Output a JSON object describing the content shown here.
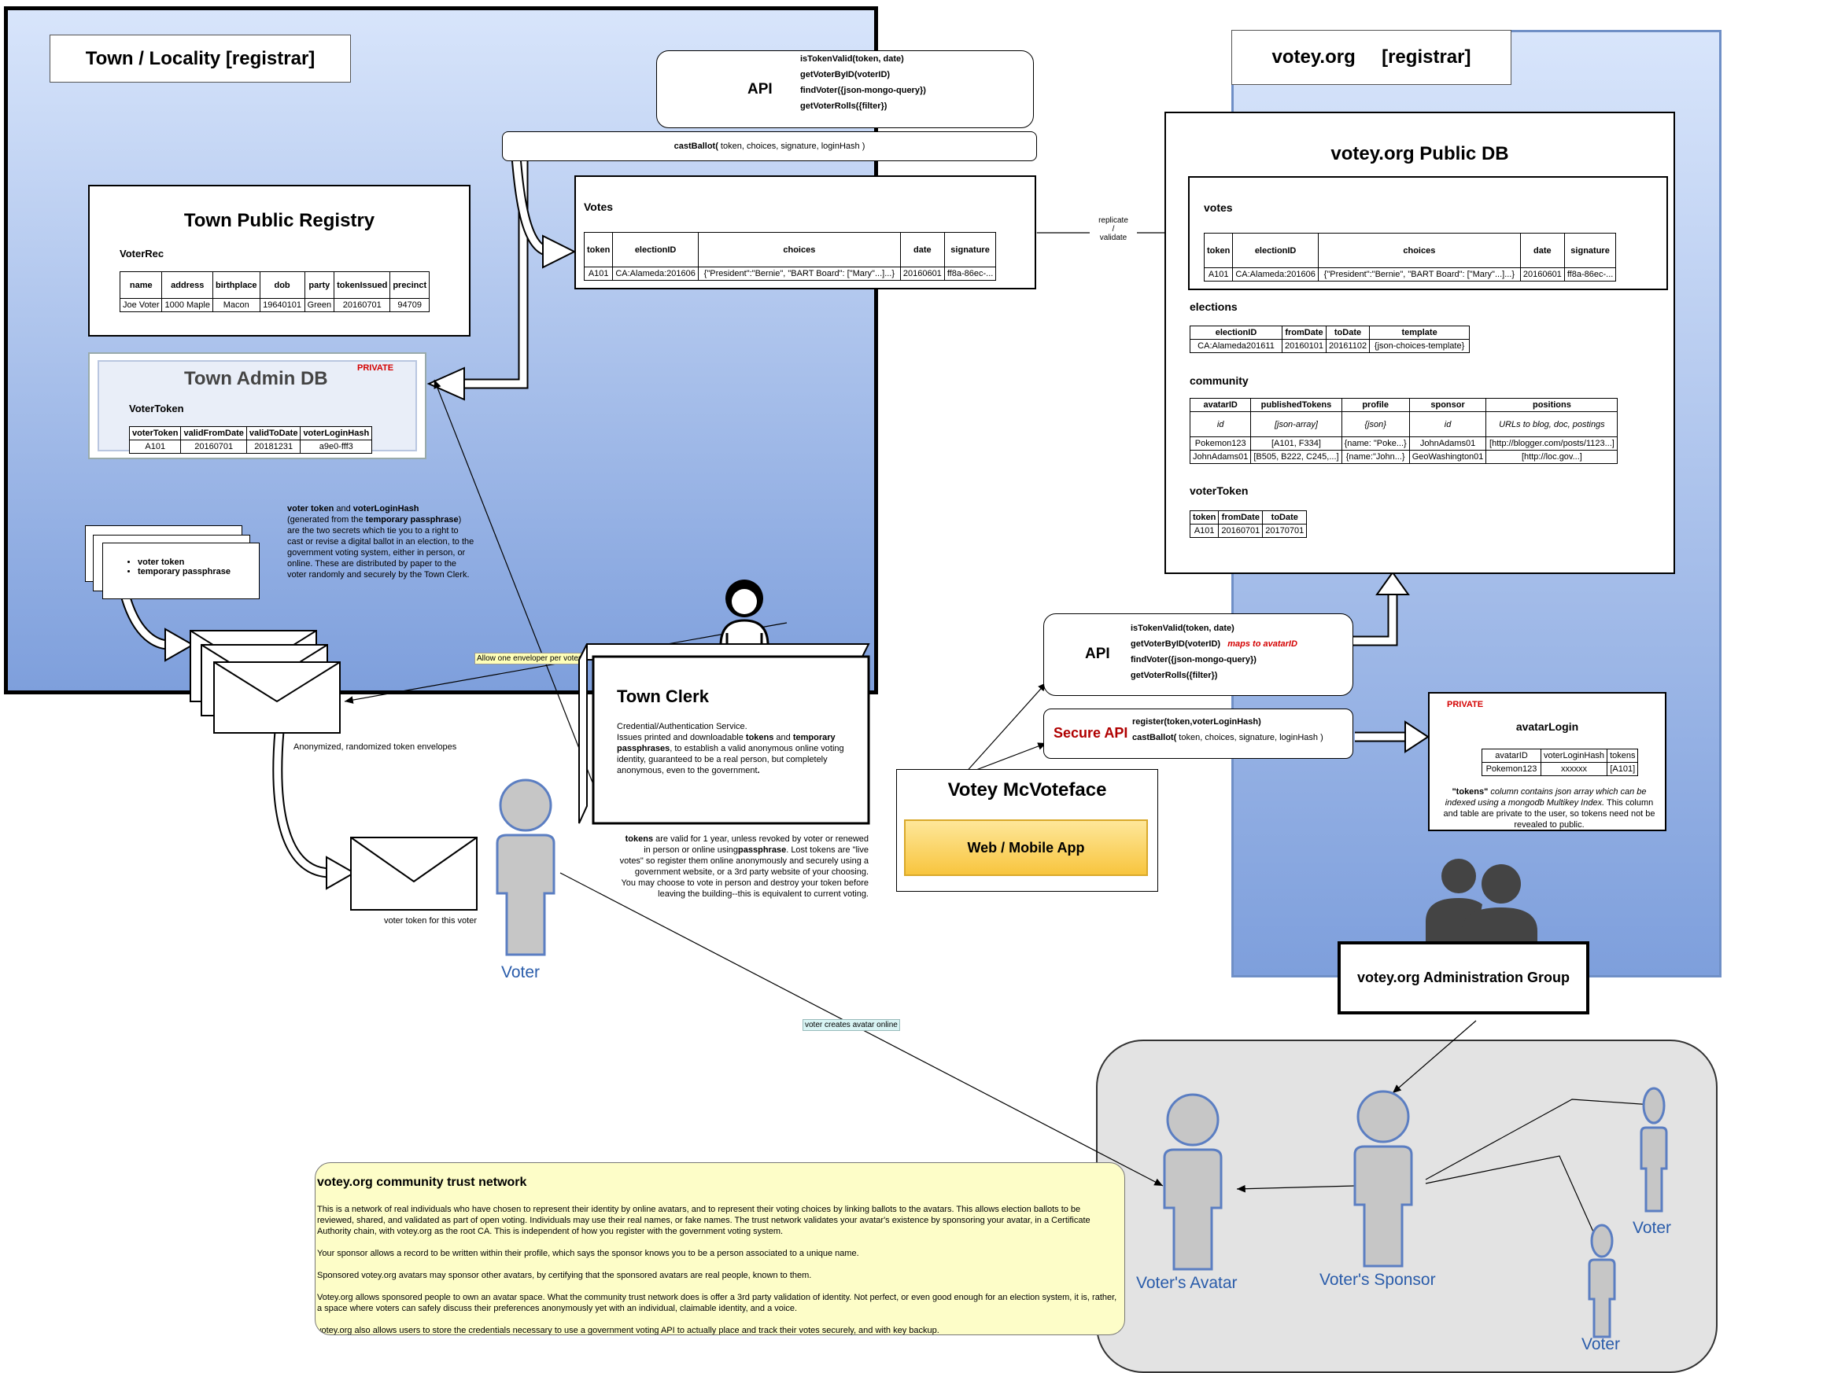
{
  "town": {
    "title": "Town / Locality  [registrar]",
    "api": {
      "label": "API",
      "methods": [
        "isTokenValid(token, date)",
        "getVoterByID(voterID)",
        "findVoter({json-mongo-query})",
        "getVoterRolls({filter})"
      ]
    },
    "cast_ballot": {
      "method": "castBallot(",
      "args": " token, choices, signature, loginHash )"
    },
    "votes": {
      "title": "Votes",
      "headers": [
        "token",
        "electionID",
        "choices",
        "date",
        "signature"
      ],
      "row": [
        "A101",
        "CA:Alameda:201606",
        "{\"President\":\"Bernie\", \"BART Board\": [\"Mary\"...]...}",
        "20160601",
        "ff8a-86ec-..."
      ]
    },
    "registry": {
      "title": "Town Public Registry",
      "subtitle": "VoterRec",
      "headers": [
        "name",
        "address",
        "birthplace",
        "dob",
        "party",
        "tokenIssued",
        "precinct"
      ],
      "row": [
        "Joe Voter",
        "1000 Maple",
        "Macon",
        "19640101",
        "Green",
        "20160701",
        "94709"
      ]
    },
    "admin": {
      "title": "Town Admin DB",
      "private": "PRIVATE",
      "subtitle": "VoterToken",
      "headers": [
        "voterToken",
        "validFromDate",
        "validToDate",
        "voterLoginHash"
      ],
      "row": [
        "A101",
        "20160701",
        "20181231",
        "a9e0-fff3"
      ]
    },
    "paper_items": [
      "voter token",
      "temporary passphrase"
    ],
    "token_note": {
      "p1": "voter token",
      "p2": " and ",
      "p3": "voterLoginHash",
      "p4": "(generated from the ",
      "p5": "temporary passphrase",
      "p6": ") are the two secrets which tie you to a right to cast or revise a digital ballot in an election, to the government voting system, either in person, or online.  These are distributed by paper to the voter randomly and securely by the Town Clerk."
    },
    "envelope_tag": "Allow one enveloper per voter",
    "envelopes_caption": "Anonymized, randomized token envelopes",
    "voter_envelope_caption": "voter token for this voter",
    "clerk": {
      "title": "Town Clerk",
      "l1": "Credential/Authentication Service.",
      "l2a": "Issues printed and downloadable ",
      "l2b": "tokens",
      "l2c": " and ",
      "l3a": "temporary passphrases",
      "l3b": ", to establish a valid anonymous online voting identity, guaranteed to be a real person, but completely anonymous, even to the government",
      "l3c": "."
    },
    "tokens_note": {
      "b": "tokens",
      "t1": " are valid for 1 year, unless revoked by voter or renewed in person or online using",
      "b2": "passphrase",
      "t2": ".  Lost tokens are \"live votes\" so register them online anonymously and securely using a government website, or a 3rd party website of your choosing.  You may choose to vote in person and destroy your token before leaving the building--this is equivalent to current voting."
    },
    "voter_label": "Voter"
  },
  "replicate": {
    "l1": "replicate",
    "l2": "/",
    "l3": "validate"
  },
  "votey": {
    "title": "votey.org     [registrar]",
    "db_title": "votey.org Public DB",
    "votes": {
      "title": "votes",
      "headers": [
        "token",
        "electionID",
        "choices",
        "date",
        "signature"
      ],
      "row": [
        "A101",
        "CA:Alameda:201606",
        "{\"President\":\"Bernie\", \"BART Board\": [\"Mary\"...]...}",
        "20160601",
        "ff8a-86ec-..."
      ]
    },
    "elections": {
      "title": "elections",
      "headers": [
        "electionID",
        "fromDate",
        "toDate",
        "template"
      ],
      "row": [
        "CA:Alameda201611",
        "20160101",
        "20161102",
        "{json-choices-template}"
      ]
    },
    "community": {
      "title": "community",
      "headers": [
        "avatarID",
        "publishedTokens",
        "profile",
        "sponsor",
        "positions"
      ],
      "types": [
        "id",
        "[json-array]",
        "{json}",
        "id",
        "URLs to blog, doc, postings"
      ],
      "rows": [
        [
          "Pokemon123",
          "[A101, F334]",
          "{name: \"Poke...}",
          "JohnAdams01",
          "[http://blogger.com/posts/1123...]"
        ],
        [
          "JohnAdams01",
          "[B505, B222, C245,...]",
          "{name:\"John...}",
          "GeoWashington01",
          "[http://loc.gov...]"
        ]
      ]
    },
    "voter_token": {
      "title": "voterToken",
      "headers": [
        "token",
        "fromDate",
        "toDate"
      ],
      "row": [
        "A101",
        "20160701",
        "20170701"
      ]
    },
    "api": {
      "label": "API",
      "methods": [
        "isTokenValid(token, date)",
        "getVoterByID(voterID)",
        "findVoter({json-mongo-query})",
        "getVoterRolls({filter})"
      ],
      "maps_note": "maps to avatarID"
    },
    "secure_api": {
      "label": "Secure API",
      "m1": "register(token,voterLoginHash)",
      "m2a": "castBallot(",
      "m2b": " token, choices, signature, loginHash )"
    },
    "avatar_login": {
      "private": "PRIVATE",
      "title": "avatarLogin",
      "headers": [
        "avatarID",
        "voterLoginHash",
        "tokens"
      ],
      "row": [
        "Pokemon123",
        "xxxxxx",
        "[A101]"
      ],
      "note_b": "\"tokens\"",
      "note_t": " column contains json array which can be indexed using a mongodb Multikey Index.",
      "note_rest": " This column and table are private to the user, so tokens need not be revealed to public."
    },
    "admin_group": "votey.org Administration Group"
  },
  "app": {
    "title": "Votey McVoteface",
    "button": "Web / Mobile App"
  },
  "online_tag": "voter creates avatar online",
  "trust": {
    "title": "votey.org community trust network",
    "p1": "This is a network of real individuals who have chosen to represent their identity by online avatars, and to represent their voting choices by linking ballots to the avatars.  This allows election ballots to be reviewed, shared, and validated as part of open voting.  Individuals may use their real names, or fake names.  The trust network validates your avatar's existence by sponsoring your avatar, in a Certificate Authority chain, with votey.org as the root CA.  This is independent of how you register with the government voting system.",
    "p2": "Your sponsor allows a record to be written within their profile, which says the sponsor knows you to be a person associated to a unique name.",
    "p3": "Sponsored votey.org avatars may sponsor other avatars, by certifying that the sponsored avatars are real people, known to them.",
    "p4": "Votey.org allows sponsored people to own an avatar space.  What the community trust network does is offer a 3rd party validation of identity.  Not perfect, or even good enough for an election system, it is, rather, a space where voters can safely discuss their preferences anonymously yet with an individual, claimable identity, and a voice.",
    "p5": "votey.org also allows users to store the credentials necessary to use a government voting API to actually place and track their votes securely, and with key backup."
  },
  "network": {
    "avatar": "Voter's Avatar",
    "sponsor": "Voter's Sponsor",
    "voter1": "Voter",
    "voter2": "Voter"
  },
  "colors": {
    "region_top": "#d8e5fb",
    "region_bottom": "#7e9fdc",
    "person_fill": "#c6c6c6",
    "person_stroke": "#5b7ec2",
    "private_red": "#d40000",
    "note_yellow": "#fdfdc8",
    "app_button": "#fbd15a"
  }
}
